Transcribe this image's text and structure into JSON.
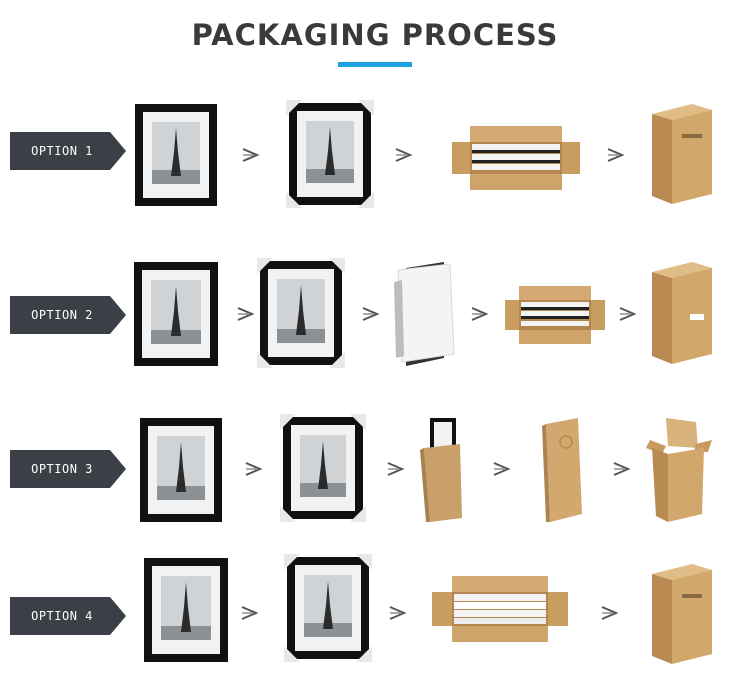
{
  "title": "PACKAGING PROCESS",
  "accent_color": "#1fa3e0",
  "label_color": "#3b3f46",
  "options": [
    {
      "label": "OPTION 1",
      "steps": [
        "framed-photo",
        "framed-photo-corner-protectors",
        "open-box-multipack",
        "closed-box"
      ]
    },
    {
      "label": "OPTION 2",
      "steps": [
        "framed-photo",
        "framed-photo-corner-protectors",
        "foam-wrap",
        "open-box-multipack",
        "closed-box"
      ]
    },
    {
      "label": "OPTION 3",
      "steps": [
        "framed-photo",
        "framed-photo-corner-protectors",
        "kraft-sleeve",
        "sealed-kraft-package",
        "open-flap-box"
      ]
    },
    {
      "label": "OPTION 4",
      "steps": [
        "framed-photo",
        "framed-photo-corner-protectors",
        "open-box-multipack",
        "closed-box"
      ]
    }
  ]
}
